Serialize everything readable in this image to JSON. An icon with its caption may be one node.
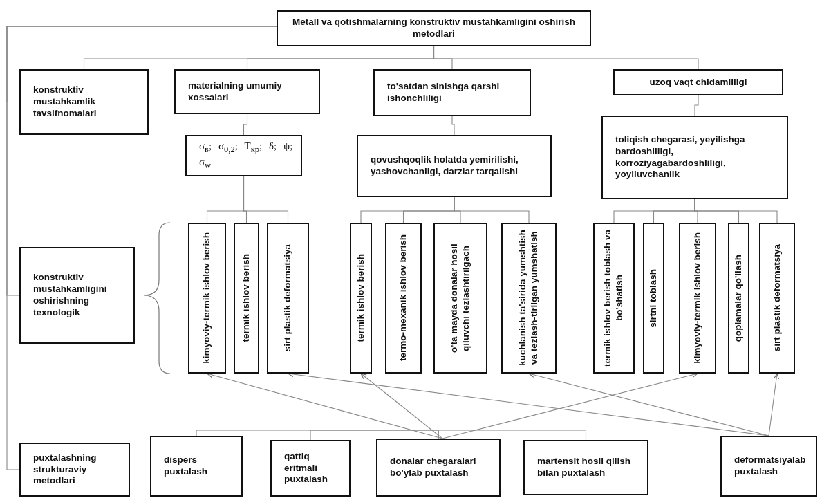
{
  "diagram": {
    "nodes": [
      {
        "text": [
          "Metall va qotishmalarning konstruktiv mustahkamligini oshirish metodlari"
        ]
      },
      {
        "text": [
          "konstruktiv mustahkamlik tavsifnomalari"
        ]
      },
      {
        "text": [
          "materialning umumiy xossalari"
        ]
      },
      {
        "text": [
          "to'satdan sinishga qarshi ishonchliligi"
        ]
      },
      {
        "text": [
          "uzoq vaqt chidamliligi"
        ]
      },
      {
        "text": [
          "σ$_{в}$;  σ$_{0,2}$;  T$_{кр}$;  δ;  ψ;  σ$_{w}$"
        ]
      },
      {
        "text": [
          "qovushqoqlik holatda yemirilishi, yashovchanligi, darzlar tarqalishi"
        ]
      },
      {
        "text": [
          "toliqish chegarasi, yeyilishga bardoshliligi, korroziyagabardoshliligi, yoyiluvchanlik"
        ]
      },
      {
        "text": [
          "konstruktiv mustahkamligini oshirishning texnologik"
        ]
      },
      {
        "text": [
          "kimyoviy-termik ishlov berish"
        ]
      },
      {
        "text": [
          "termik ishlov berish"
        ]
      },
      {
        "text": [
          "sirt plastik deformatsiya"
        ]
      },
      {
        "text": [
          "termik ishlov berish"
        ]
      },
      {
        "text": [
          "termo-mexanik ishlov berish"
        ]
      },
      {
        "text": [
          "o'ta mayda donalar hosil qiluvchi tezlashtirilgach"
        ]
      },
      {
        "text": [
          "kuchlanish ta'sirida yumshtish va tezlash-tirilgan yumshatish"
        ]
      },
      {
        "text": [
          "termik ishlov berish toblash va bo'shatish"
        ]
      },
      {
        "text": [
          "sirtni toblash"
        ]
      },
      {
        "text": [
          "kimyoviy-termik ishlov berish"
        ]
      },
      {
        "text": [
          "qoplamalar qo'llash"
        ]
      },
      {
        "text": [
          "sirt plastik deformatsiya"
        ]
      },
      {
        "text": [
          "puxtalashning strukturaviy metodlari"
        ]
      },
      {
        "text": [
          "dispers puxtalash"
        ]
      },
      {
        "text": [
          "qattiq eritmali puxtalash"
        ]
      },
      {
        "text": [
          "donalar chegaralari bo'ylab puxtalash"
        ]
      },
      {
        "text": [
          "martensit hosil qilish bilan puxtalash"
        ]
      },
      {
        "text": [
          "deformatsiyalab puxtalash"
        ]
      }
    ],
    "edges": [
      {
        "from": 0,
        "to": 1,
        "arrow": "none"
      },
      {
        "from": 0,
        "to": 2,
        "arrow": "none"
      },
      {
        "from": 0,
        "to": 3,
        "arrow": "none"
      },
      {
        "from": 0,
        "to": 4,
        "arrow": "none"
      },
      {
        "from": 0,
        "to": 1,
        "arrow": "none"
      },
      {
        "from": 0,
        "to": 8,
        "arrow": "none"
      },
      {
        "from": 0,
        "to": 21,
        "arrow": "none"
      },
      {
        "from": 2,
        "to": 5,
        "arrow": "none"
      },
      {
        "from": 5,
        "to": 9,
        "arrow": "none"
      },
      {
        "from": 5,
        "to": 10,
        "arrow": "none"
      },
      {
        "from": 5,
        "to": 11,
        "arrow": "none"
      },
      {
        "from": 3,
        "to": 6,
        "arrow": "none"
      },
      {
        "from": 6,
        "to": 12,
        "arrow": "none"
      },
      {
        "from": 6,
        "to": 13,
        "arrow": "none"
      },
      {
        "from": 6,
        "to": 14,
        "arrow": "none"
      },
      {
        "from": 6,
        "to": 15,
        "arrow": "none"
      },
      {
        "from": 4,
        "to": 7,
        "arrow": "none"
      },
      {
        "from": 7,
        "to": 16,
        "arrow": "none"
      },
      {
        "from": 7,
        "to": 17,
        "arrow": "none"
      },
      {
        "from": 7,
        "to": 18,
        "arrow": "none"
      },
      {
        "from": 7,
        "to": 19,
        "arrow": "none"
      },
      {
        "from": 7,
        "to": 20,
        "arrow": "none"
      },
      {
        "from": 24,
        "to": 22,
        "arrow": "none"
      },
      {
        "from": 24,
        "to": 23,
        "arrow": "none"
      },
      {
        "from": 24,
        "to": 25,
        "arrow": "none"
      },
      {
        "from": 24,
        "to": 9,
        "arrow": "to"
      },
      {
        "from": 24,
        "to": 12,
        "arrow": "to"
      },
      {
        "from": 24,
        "to": 18,
        "arrow": "to"
      },
      {
        "from": 26,
        "to": 11,
        "arrow": "to"
      },
      {
        "from": 26,
        "to": 15,
        "arrow": "to"
      },
      {
        "from": 26,
        "to": 20,
        "arrow": "to"
      }
    ]
  }
}
